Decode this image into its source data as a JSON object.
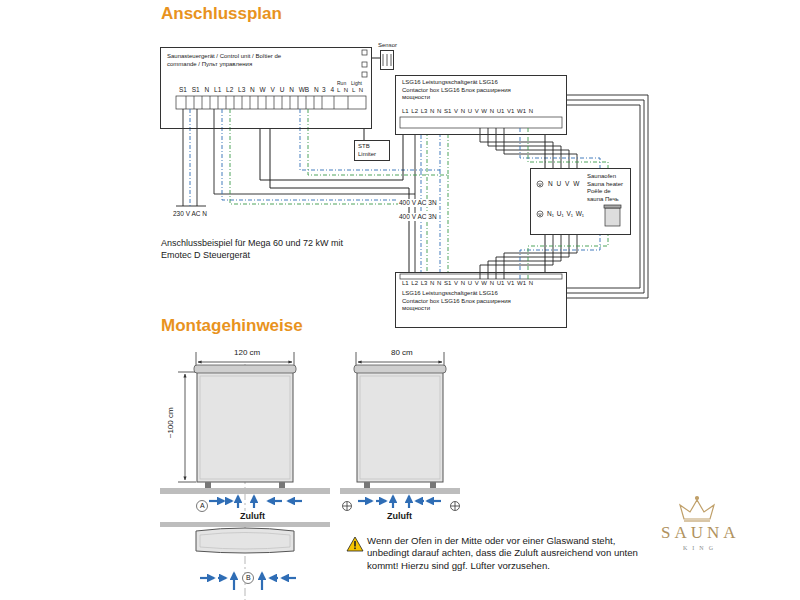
{
  "diagram": {
    "title": "Anschlussplan",
    "nodes": [
      {
        "text": [
          "Saunasteuergerät / Control unit / Boîtier de commande / Пульт управления"
        ]
      },
      {
        "text": [
          "Sensor"
        ]
      },
      {
        "text": [
          "STB",
          "Limiter"
        ]
      },
      {
        "text": [
          "LSG16 Leistungsschaltgerät LSG16 Contactor box LSG16 Блок расширения мощности"
        ]
      },
      {
        "text": [
          "Saunaofen Sauna heater Poêle de sauna Печь"
        ]
      },
      {
        "text": [
          "LSG16 Leistungsschaltgerät LSG16 Contactor box LSG16 Блок расширения мощности"
        ]
      }
    ],
    "edges": [
      {
        "from": 0,
        "to": 3,
        "arrow": "none"
      },
      {
        "from": 0,
        "to": 5,
        "arrow": "none"
      },
      {
        "from": 3,
        "to": 4,
        "arrow": "none"
      },
      {
        "from": 5,
        "to": 4,
        "arrow": "none"
      },
      {
        "from": 0,
        "to": 1,
        "arrow": "none"
      },
      {
        "from": 0,
        "to": 2,
        "arrow": "none"
      }
    ],
    "labels": [
      "S1 S1 N L1 L2 L3 N W V U N WB N",
      "3 4",
      "Run",
      "Light",
      "L N",
      "L N",
      "230 V AC N",
      "400 V AC 3N",
      "400 V AC 3N",
      "Anschlussbeispiel für Mega 60 und 72 kW mit Emotec D Steuergerät",
      "L1 L2 L3 N N S1 V N U V W N U1 V1 W1 N",
      "N U V W",
      "N₁ U₁ V₁ W₁",
      "L1 L2 L3 N N S1 V N U V W N U1 V1 W1 N",
      "Montagehinweise",
      "120 cm",
      "~100 cm",
      "80 cm",
      "A",
      "Zuluft",
      "Zuluft",
      "B",
      "Wenn der Ofen in der Mitte oder vor einer Glaswand steht, unbedingt darauf achten, dass die Zuluft ausreichend von unten kommt! Hierzu sind ggf. Lüfter vorzusehen.",
      "SAUNA",
      "KING"
    ]
  }
}
